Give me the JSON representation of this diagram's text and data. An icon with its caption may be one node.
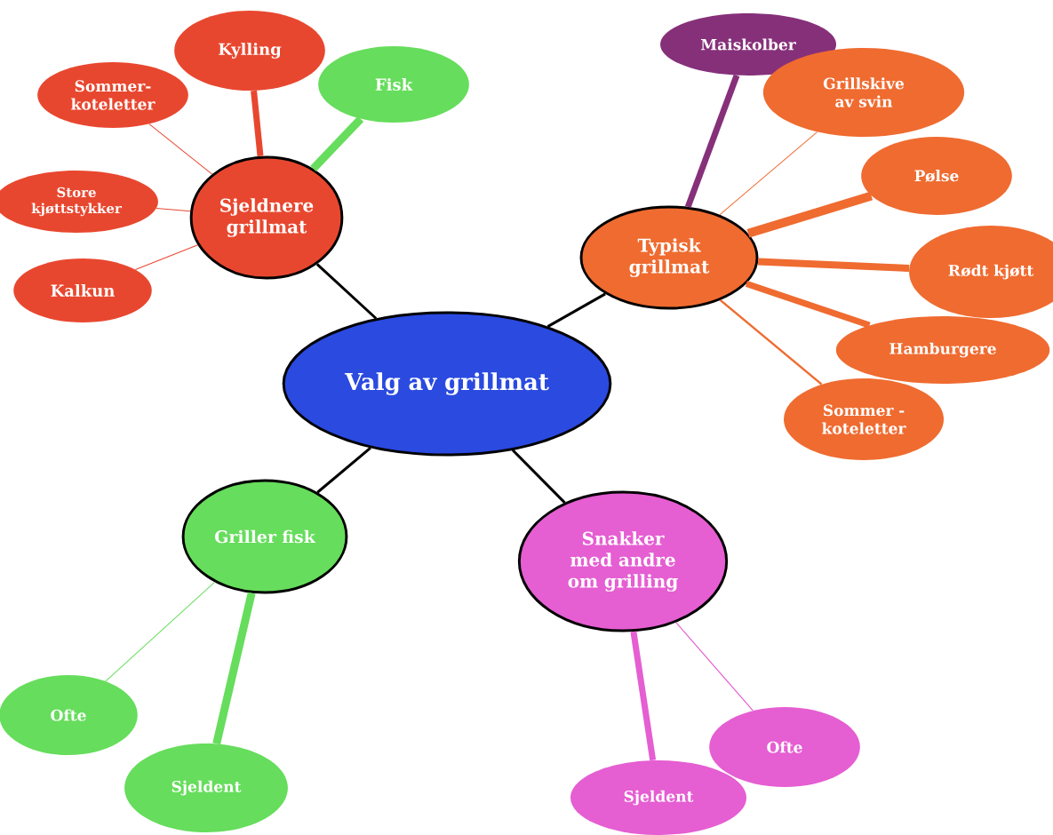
{
  "diagram": {
    "nodes": [
      {
        "text": [
          "Valg av grillmat"
        ]
      },
      {
        "text": [
          "Sjeldnere grillmat"
        ]
      },
      {
        "text": [
          "Sommer- koteletter"
        ]
      },
      {
        "text": [
          "Kylling"
        ]
      },
      {
        "text": [
          "Fisk"
        ]
      },
      {
        "text": [
          "Store kjøttstykker"
        ]
      },
      {
        "text": [
          "Kalkun"
        ]
      },
      {
        "text": [
          "Typisk grillmat"
        ]
      },
      {
        "text": [
          "Maiskolber"
        ]
      },
      {
        "text": [
          "Grillskive av svin"
        ]
      },
      {
        "text": [
          "Pølse"
        ]
      },
      {
        "text": [
          "Rødt kjøtt"
        ]
      },
      {
        "text": [
          "Hamburgere"
        ]
      },
      {
        "text": [
          "Sommer - koteletter"
        ]
      },
      {
        "text": [
          "Griller fisk"
        ]
      },
      {
        "text": [
          "Ofte"
        ]
      },
      {
        "text": [
          "Sjeldent"
        ]
      },
      {
        "text": [
          "Snakker med andre om grilling"
        ]
      },
      {
        "text": [
          "Ofte"
        ]
      },
      {
        "text": [
          "Sjeldent"
        ]
      }
    ],
    "edges": [
      {
        "from": 0,
        "to": 1,
        "arrow": "none",
        "color": "#000000"
      },
      {
        "from": 0,
        "to": 7,
        "arrow": "none",
        "color": "#000000"
      },
      {
        "from": 0,
        "to": 14,
        "arrow": "none",
        "color": "#000000"
      },
      {
        "from": 0,
        "to": 17,
        "arrow": "none",
        "color": "#000000"
      },
      {
        "from": 1,
        "to": 2,
        "arrow": "none",
        "color": "#e8472f"
      },
      {
        "from": 1,
        "to": 3,
        "arrow": "none",
        "style": "thick",
        "color": "#e8472f"
      },
      {
        "from": 1,
        "to": 4,
        "arrow": "none",
        "style": "thick",
        "color": "#66dd5c"
      },
      {
        "from": 1,
        "to": 5,
        "arrow": "none",
        "color": "#e8472f"
      },
      {
        "from": 1,
        "to": 6,
        "arrow": "none",
        "color": "#e8472f"
      },
      {
        "from": 7,
        "to": 8,
        "arrow": "none",
        "style": "thick",
        "color": "#86307a"
      },
      {
        "from": 7,
        "to": 9,
        "arrow": "none",
        "color": "#ef6b30"
      },
      {
        "from": 7,
        "to": 10,
        "arrow": "none",
        "style": "thick",
        "color": "#ef6b30"
      },
      {
        "from": 7,
        "to": 11,
        "arrow": "none",
        "style": "thick",
        "color": "#ef6b30"
      },
      {
        "from": 7,
        "to": 12,
        "arrow": "none",
        "style": "thick",
        "color": "#ef6b30"
      },
      {
        "from": 7,
        "to": 13,
        "arrow": "none",
        "color": "#ef6b30"
      },
      {
        "from": 14,
        "to": 15,
        "arrow": "none",
        "color": "#66dd5c"
      },
      {
        "from": 14,
        "to": 16,
        "arrow": "none",
        "style": "thick",
        "color": "#66dd5c"
      },
      {
        "from": 17,
        "to": 18,
        "arrow": "none",
        "color": "#e55ed2"
      },
      {
        "from": 17,
        "to": 19,
        "arrow": "none",
        "style": "thick",
        "color": "#e55ed2"
      }
    ]
  }
}
